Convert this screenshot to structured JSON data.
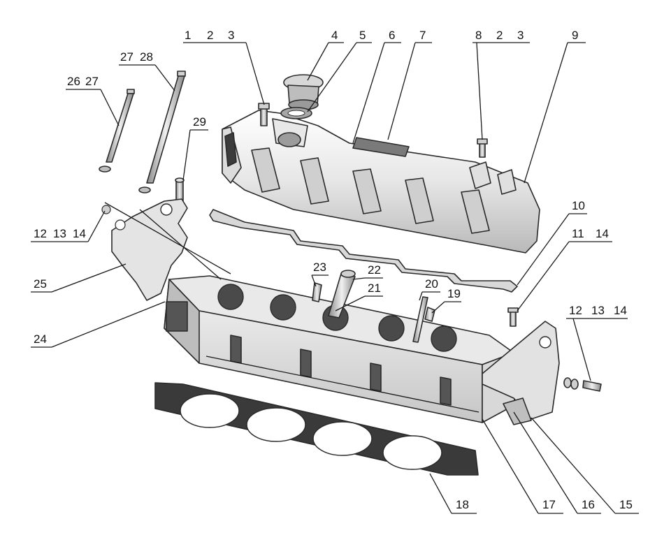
{
  "figure": {
    "type": "exploded-view parts diagram",
    "parts": [
      "cylinder-head-cover",
      "oil-filler-cap",
      "cover-gasket",
      "cylinder-head",
      "cylinder-head-gasket",
      "lifting-bracket-front",
      "lifting-bracket-rear",
      "head-bolts",
      "injector-nozzles",
      "glow-plugs"
    ]
  },
  "callouts": [
    {
      "id": "c1",
      "label": "1"
    },
    {
      "id": "c2a",
      "label": "2"
    },
    {
      "id": "c3a",
      "label": "3"
    },
    {
      "id": "c4",
      "label": "4"
    },
    {
      "id": "c5",
      "label": "5"
    },
    {
      "id": "c6",
      "label": "6"
    },
    {
      "id": "c7",
      "label": "7"
    },
    {
      "id": "c8",
      "label": "8"
    },
    {
      "id": "c2b",
      "label": "2"
    },
    {
      "id": "c3b",
      "label": "3"
    },
    {
      "id": "c9",
      "label": "9"
    },
    {
      "id": "c10",
      "label": "10"
    },
    {
      "id": "c11",
      "label": "11"
    },
    {
      "id": "c14a",
      "label": "14"
    },
    {
      "id": "c12a",
      "label": "12"
    },
    {
      "id": "c13a",
      "label": "13"
    },
    {
      "id": "c14b",
      "label": "14"
    },
    {
      "id": "c15",
      "label": "15"
    },
    {
      "id": "c16",
      "label": "16"
    },
    {
      "id": "c17",
      "label": "17"
    },
    {
      "id": "c18",
      "label": "18"
    },
    {
      "id": "c19",
      "label": "19"
    },
    {
      "id": "c20",
      "label": "20"
    },
    {
      "id": "c21",
      "label": "21"
    },
    {
      "id": "c22",
      "label": "22"
    },
    {
      "id": "c23",
      "label": "23"
    },
    {
      "id": "c24",
      "label": "24"
    },
    {
      "id": "c25",
      "label": "25"
    },
    {
      "id": "c12b",
      "label": "12"
    },
    {
      "id": "c13b",
      "label": "13"
    },
    {
      "id": "c14c",
      "label": "14"
    },
    {
      "id": "c26",
      "label": "26"
    },
    {
      "id": "c27a",
      "label": "27"
    },
    {
      "id": "c27b",
      "label": "27"
    },
    {
      "id": "c28",
      "label": "28"
    },
    {
      "id": "c29",
      "label": "29"
    }
  ],
  "colors": {
    "line": "#1a1a1a",
    "metal_light": "#f2f2f2",
    "metal_mid": "#d4d4d4",
    "metal_dark": "#9a9a9a",
    "gasket": "#3a3a3a"
  }
}
